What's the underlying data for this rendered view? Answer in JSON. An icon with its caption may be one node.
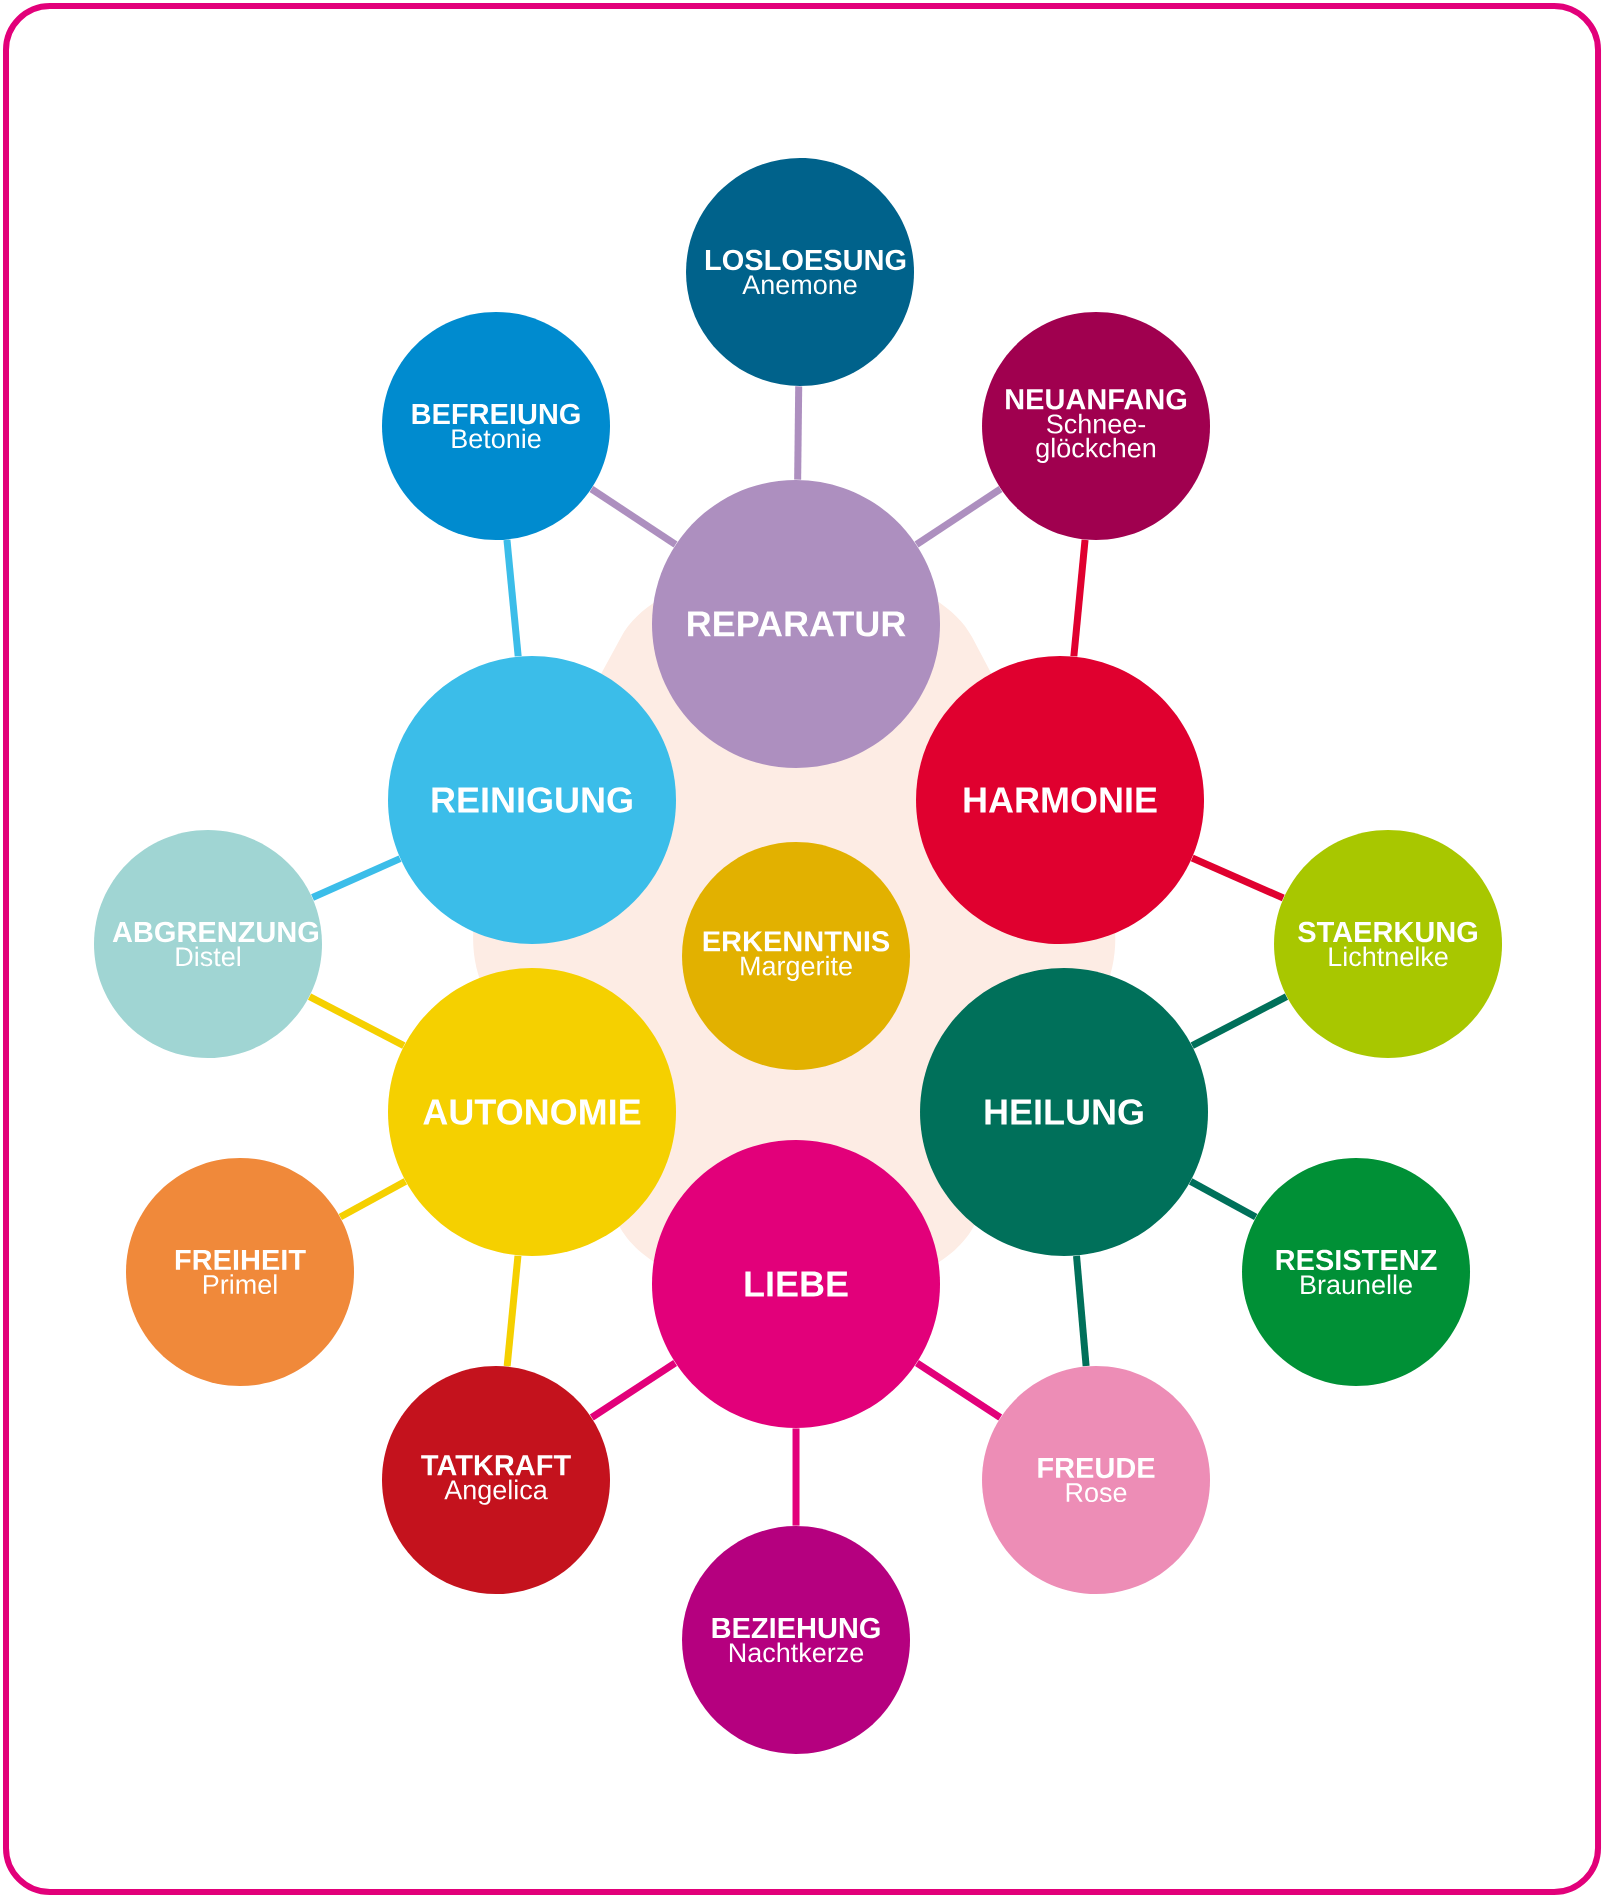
{
  "diagram": {
    "nodes": [
      {
        "text": [
          "LOSLOESUNG",
          "Anemone"
        ]
      },
      {
        "text": [
          "BEFREIUNG",
          "Betonie"
        ]
      },
      {
        "text": [
          "NEUANFANG",
          "Schnee-glöckchen"
        ]
      },
      {
        "text": [
          "REPARATUR"
        ]
      },
      {
        "text": [
          "REINIGUNG"
        ]
      },
      {
        "text": [
          "HARMONIE"
        ]
      },
      {
        "text": [
          "ABGRENZUNG",
          "Distel"
        ]
      },
      {
        "text": [
          "ERKENNTNIS",
          "Margerite"
        ]
      },
      {
        "text": [
          "STAERKUNG",
          "Lichtnelke"
        ]
      },
      {
        "text": [
          "AUTONOMIE"
        ]
      },
      {
        "text": [
          "HEILUNG"
        ]
      },
      {
        "text": [
          "FREIHEIT",
          "Primel"
        ]
      },
      {
        "text": [
          "LIEBE"
        ]
      },
      {
        "text": [
          "RESISTENZ",
          "Braunelle"
        ]
      },
      {
        "text": [
          "TATKRAFT",
          "Angelica"
        ]
      },
      {
        "text": [
          "FREUDE",
          "Rose"
        ]
      },
      {
        "text": [
          "BEZIEHUNG",
          "Nachtkerze"
        ]
      }
    ],
    "edges": [
      {
        "from": 3,
        "to": 0,
        "arrow": "none",
        "color": "#ad8fbf"
      },
      {
        "from": 3,
        "to": 1,
        "arrow": "none",
        "color": "#ad8fbf"
      },
      {
        "from": 3,
        "to": 2,
        "arrow": "none",
        "color": "#ad8fbf"
      },
      {
        "from": 5,
        "to": 2,
        "arrow": "none",
        "color": "#e0002f"
      },
      {
        "from": 5,
        "to": 8,
        "arrow": "none",
        "color": "#e0002f"
      },
      {
        "from": 10,
        "to": 8,
        "arrow": "none",
        "color": "#00705a"
      },
      {
        "from": 10,
        "to": 13,
        "arrow": "none",
        "color": "#00705a"
      },
      {
        "from": 10,
        "to": 15,
        "arrow": "none",
        "color": "#00705a"
      },
      {
        "from": 12,
        "to": 15,
        "arrow": "none",
        "color": "#e2007a"
      },
      {
        "from": 12,
        "to": 16,
        "arrow": "none",
        "color": "#e2007a"
      },
      {
        "from": 12,
        "to": 14,
        "arrow": "none",
        "color": "#e2007a"
      },
      {
        "from": 9,
        "to": 14,
        "arrow": "none",
        "color": "#f5d000"
      },
      {
        "from": 9,
        "to": 11,
        "arrow": "none",
        "color": "#f5d000"
      },
      {
        "from": 9,
        "to": 6,
        "arrow": "none",
        "color": "#f5d000"
      },
      {
        "from": 4,
        "to": 6,
        "arrow": "none",
        "color": "#3bbde9"
      },
      {
        "from": 4,
        "to": 1,
        "arrow": "none",
        "color": "#3bbde9"
      }
    ]
  }
}
